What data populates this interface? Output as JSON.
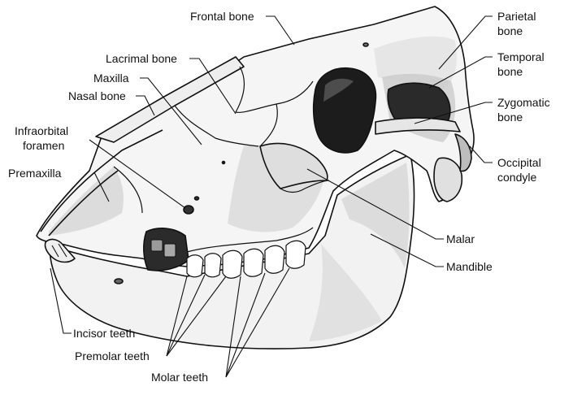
{
  "labels": {
    "frontal_bone": "Frontal bone",
    "lacrimal_bone": "Lacrimal bone",
    "maxilla": "Maxilla",
    "nasal_bone": "Nasal bone",
    "infraorbital_foramen_line1": "Infraorbital",
    "infraorbital_foramen_line2": "foramen",
    "premaxilla": "Premaxilla",
    "parietal_bone_line1": "Parietal",
    "parietal_bone_line2": "bone",
    "temporal_bone_line1": "Temporal",
    "temporal_bone_line2": "bone",
    "zygomatic_bone_line1": "Zygomatic",
    "zygomatic_bone_line2": "bone",
    "occipital_condyle_line1": "Occipital",
    "occipital_condyle_line2": "condyle",
    "malar": "Malar",
    "mandible": "Mandible",
    "incisor_teeth": "Incisor teeth",
    "premolar_teeth": "Premolar teeth",
    "molar_teeth": "Molar teeth"
  },
  "colors": {
    "bone_light": "#f4f4f4",
    "bone_shade": "#d9d9d9",
    "bone_dark": "#bdbdbd",
    "cavity": "#1c1c1c",
    "outline": "#111111"
  }
}
